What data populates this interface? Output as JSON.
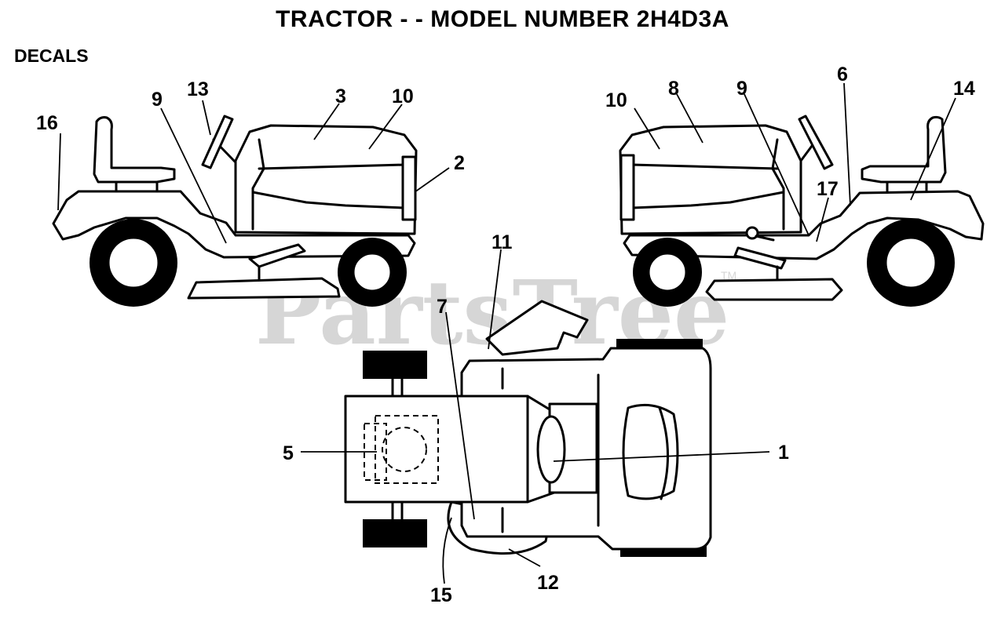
{
  "title": "TRACTOR - - MODEL NUMBER 2H4D3A",
  "section": "DECALS",
  "watermark": {
    "text": "PartsTree",
    "mark": "TM"
  },
  "callouts": [
    "1",
    "2",
    "3",
    "5",
    "6",
    "7",
    "8",
    "9",
    "9",
    "10",
    "10",
    "11",
    "12",
    "13",
    "14",
    "15",
    "16",
    "17"
  ]
}
